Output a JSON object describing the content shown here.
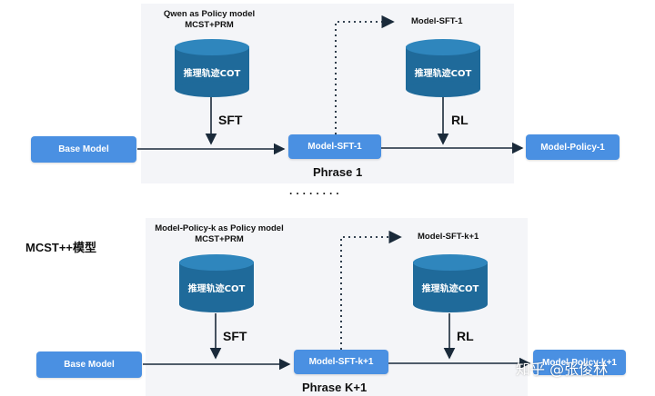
{
  "colors": {
    "box": "#4a90e2",
    "cylinder": "#1f6a9a",
    "cylinder_top": "#2f86bd",
    "panel": "#f4f5f8",
    "arrow": "#1a2a3a"
  },
  "phase1": {
    "policy_title_line1": "Qwen as Policy model",
    "policy_title_line2": "MCST+PRM",
    "cot_store_left": "推理轨迹COT",
    "sft_label": "SFT",
    "base_model": "Base Model",
    "model_sft": "Model-SFT-1",
    "sft_target_label": "Model-SFT-1",
    "cot_store_right": "推理轨迹COT",
    "rl_label": "RL",
    "model_policy": "Model-Policy-1",
    "phase_label": "Phrase 1"
  },
  "ellipsis": "· · · · · · · ·",
  "section_label": "MCST++模型",
  "phase2": {
    "policy_title_line1": "Model-Policy-k as Policy model",
    "policy_title_line2": "MCST+PRM",
    "cot_store_left": "推理轨迹COT",
    "sft_label": "SFT",
    "base_model": "Base Model",
    "model_sft": "Model-SFT-k+1",
    "sft_target_label": "Model-SFT-k+1",
    "cot_store_right": "推理轨迹COT",
    "rl_label": "RL",
    "model_policy": "Model-Policy-k+1",
    "phase_label": "Phrase K+1"
  },
  "watermark": "知乎 @张俊林"
}
